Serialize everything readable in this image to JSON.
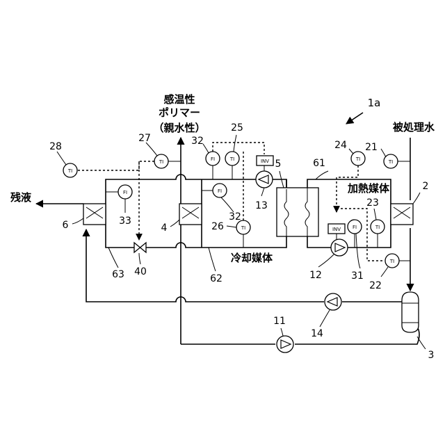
{
  "labels": {
    "polymer_line1": "感温性",
    "polymer_line2": "ポリマー",
    "polymer_line3": "（親水性）",
    "treated_water": "被処理水",
    "residual": "残液",
    "heating_medium": "加熱媒体",
    "cooling_medium": "冷却媒体",
    "system_id": "1a"
  },
  "instruments": {
    "ti": "TI",
    "fi": "FI",
    "inv": "INV"
  },
  "refs": {
    "r1": "2",
    "r2": "3",
    "r3": "4",
    "r4": "5",
    "r5": "6",
    "r6": "11",
    "r7": "12",
    "r8": "13",
    "r9": "14",
    "r10": "21",
    "r11": "22",
    "r12": "23",
    "r13": "24",
    "r14": "25",
    "r15": "26",
    "r16": "27",
    "r17": "28",
    "r18": "31",
    "r19": "32",
    "r20": "32",
    "r21": "33",
    "r22": "40",
    "r23": "61",
    "r24": "62",
    "r25": "63"
  }
}
